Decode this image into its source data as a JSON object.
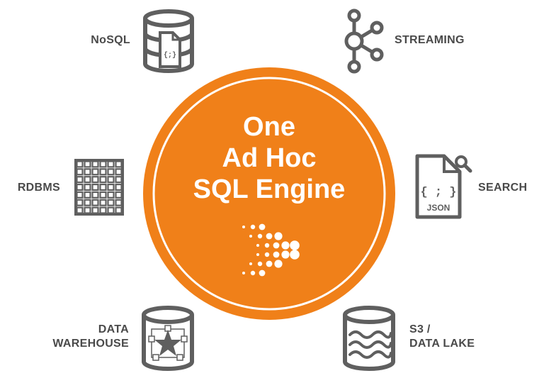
{
  "center": {
    "lines": [
      "One",
      "Ad Hoc",
      "SQL Engine"
    ],
    "logo_icon": "dotted-arrow-logo"
  },
  "sources": {
    "nosql": {
      "label": "NoSQL",
      "icon": "database-document-icon"
    },
    "streaming": {
      "label": "STREAMING",
      "icon": "kafka-graph-icon"
    },
    "rdbms": {
      "label": "RDBMS",
      "icon": "table-grid-icon"
    },
    "search": {
      "label": "SEARCH",
      "icon": "json-search-icon",
      "icon_text": "JSON",
      "braces": "{ ; }"
    },
    "warehouse": {
      "label_line1": "DATA",
      "label_line2": "WAREHOUSE",
      "icon": "database-star-icon"
    },
    "datalake": {
      "label_line1": "S3 /",
      "label_line2": "DATA LAKE",
      "icon": "database-waves-icon"
    }
  },
  "colors": {
    "accent": "#f08019",
    "icon_gray": "#5f5f5f",
    "text_gray": "#4a4a4a"
  }
}
